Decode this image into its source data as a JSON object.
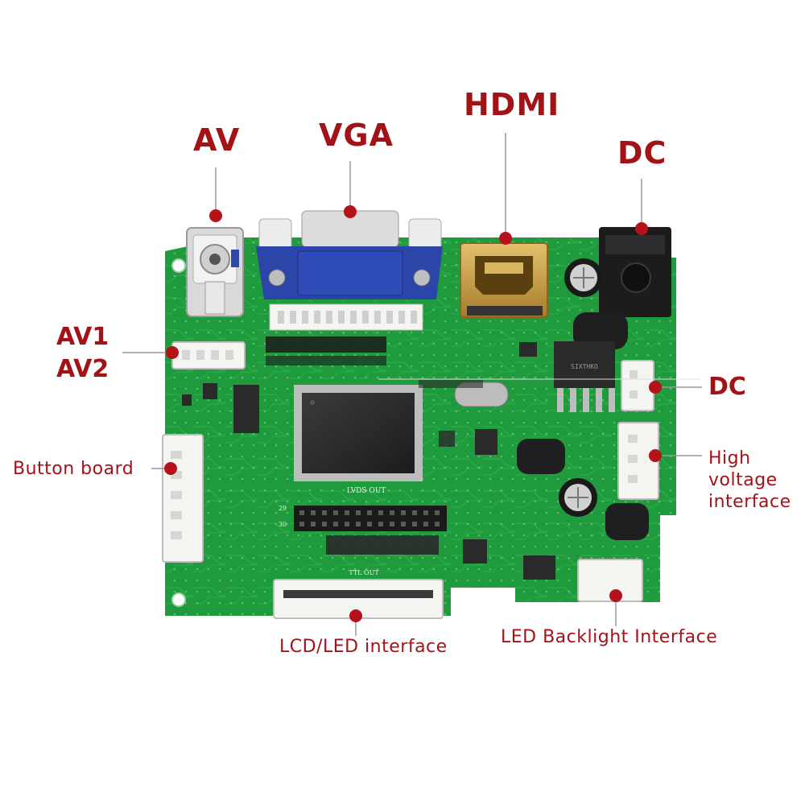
{
  "labels": {
    "av": "AV",
    "vga": "VGA",
    "hdmi": "HDMI",
    "dc_top": "DC",
    "av1": "AV1",
    "av2": "AV2",
    "dc_right": "DC",
    "button_board": "Button board",
    "high_voltage": [
      "High",
      "voltage",
      "interface"
    ],
    "lcd_led": "LCD/LED interface",
    "led_backlight": "LED Backlight Interface"
  },
  "board_print": {
    "lvds": "LVDS OUT",
    "ttl": "TTL OUT",
    "pin29": "29",
    "pin30": "30",
    "chip_text": "SIXTHKO"
  },
  "colors": {
    "pcb": "#1f9a3c",
    "pcb_dark": "#14782c",
    "label_red": "#a31217",
    "marker": "#b5121b",
    "connector_white": "#f4f4f0",
    "vga_blue": "#2b45a8",
    "hdmi_gold": "#c9a045"
  }
}
